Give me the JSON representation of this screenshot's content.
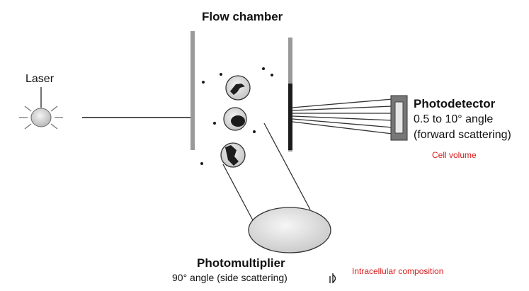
{
  "diagram": {
    "title": "Flow chamber",
    "laser_label": "Laser",
    "photodetector": {
      "title": "Photodetector",
      "angle": "0.5 to 10° angle",
      "mode": "(forward scattering)",
      "annotation": "Cell volume"
    },
    "photomultiplier": {
      "title": "Photomultiplier",
      "angle": "90° angle (side scattering)",
      "annotation": "Intracellular composition"
    },
    "colors": {
      "annotation": "#d81c1c",
      "wall": "#9a9a9a",
      "ink": "#222222"
    }
  }
}
